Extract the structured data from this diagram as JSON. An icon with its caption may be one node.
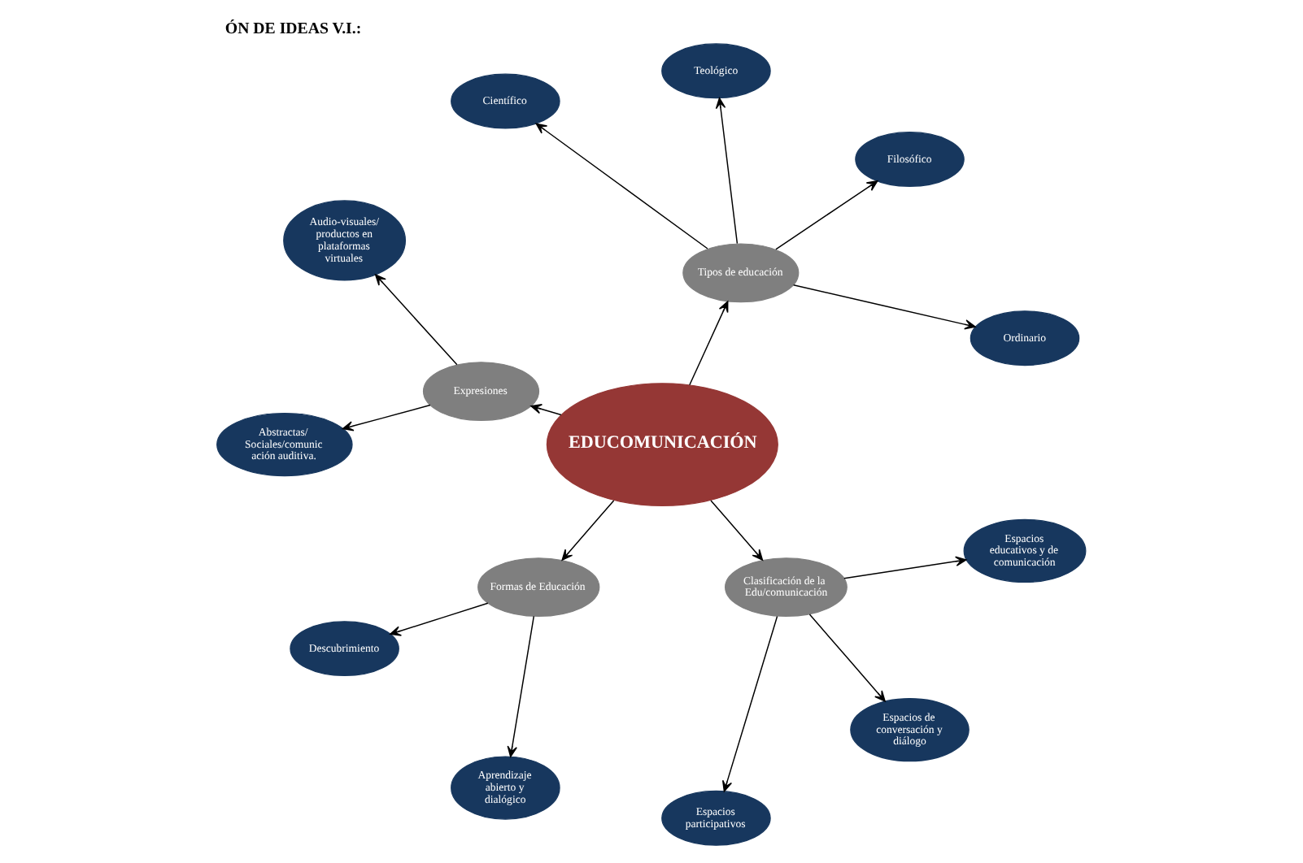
{
  "diagram": {
    "title": "ÓN DE IDEAS V.I.:",
    "nodes": [
      {
        "text": [
          "Abstractas/ Sociales/comunic ación auditiva."
        ]
      },
      {
        "text": [
          "Audio-visuales/ productos en plataformas virtuales"
        ]
      },
      {
        "text": [
          "Expresiones"
        ]
      },
      {
        "text": [
          "Científico"
        ]
      },
      {
        "text": [
          "Descubrimiento"
        ]
      },
      {
        "text": [
          "Teológico"
        ]
      },
      {
        "text": [
          "Formas de Educación"
        ]
      },
      {
        "text": [
          "EDUCOMUNICACIÓN"
        ]
      },
      {
        "text": [
          "Tipos de educación"
        ]
      },
      {
        "text": [
          "Filosófico"
        ]
      },
      {
        "text": [
          "Aprendizaje abierto y dialógico"
        ]
      },
      {
        "text": [
          "Ordinario"
        ]
      },
      {
        "text": [
          "Clasificación de la Edu/comunicación"
        ]
      },
      {
        "text": [
          "Espacios educativos y de comunicación"
        ]
      },
      {
        "text": [
          "Espacios participativos"
        ]
      },
      {
        "text": [
          "Espacios de conversación y diálogo"
        ]
      }
    ],
    "edges": [
      {
        "from": 7,
        "to": 2,
        "arrow": "to"
      },
      {
        "from": 7,
        "to": 8,
        "arrow": "to"
      },
      {
        "from": 7,
        "to": 12,
        "arrow": "to"
      },
      {
        "from": 7,
        "to": 6,
        "arrow": "to"
      },
      {
        "from": 2,
        "to": 0,
        "arrow": "to"
      },
      {
        "from": 2,
        "to": 1,
        "arrow": "to"
      },
      {
        "from": 8,
        "to": 3,
        "arrow": "to"
      },
      {
        "from": 8,
        "to": 5,
        "arrow": "to"
      },
      {
        "from": 8,
        "to": 9,
        "arrow": "to"
      },
      {
        "from": 8,
        "to": 11,
        "arrow": "to"
      },
      {
        "from": 12,
        "to": 13,
        "arrow": "to"
      },
      {
        "from": 12,
        "to": 15,
        "arrow": "to"
      },
      {
        "from": 12,
        "to": 14,
        "arrow": "to"
      },
      {
        "from": 6,
        "to": 4,
        "arrow": "to"
      },
      {
        "from": 6,
        "to": 10,
        "arrow": "to"
      }
    ]
  }
}
